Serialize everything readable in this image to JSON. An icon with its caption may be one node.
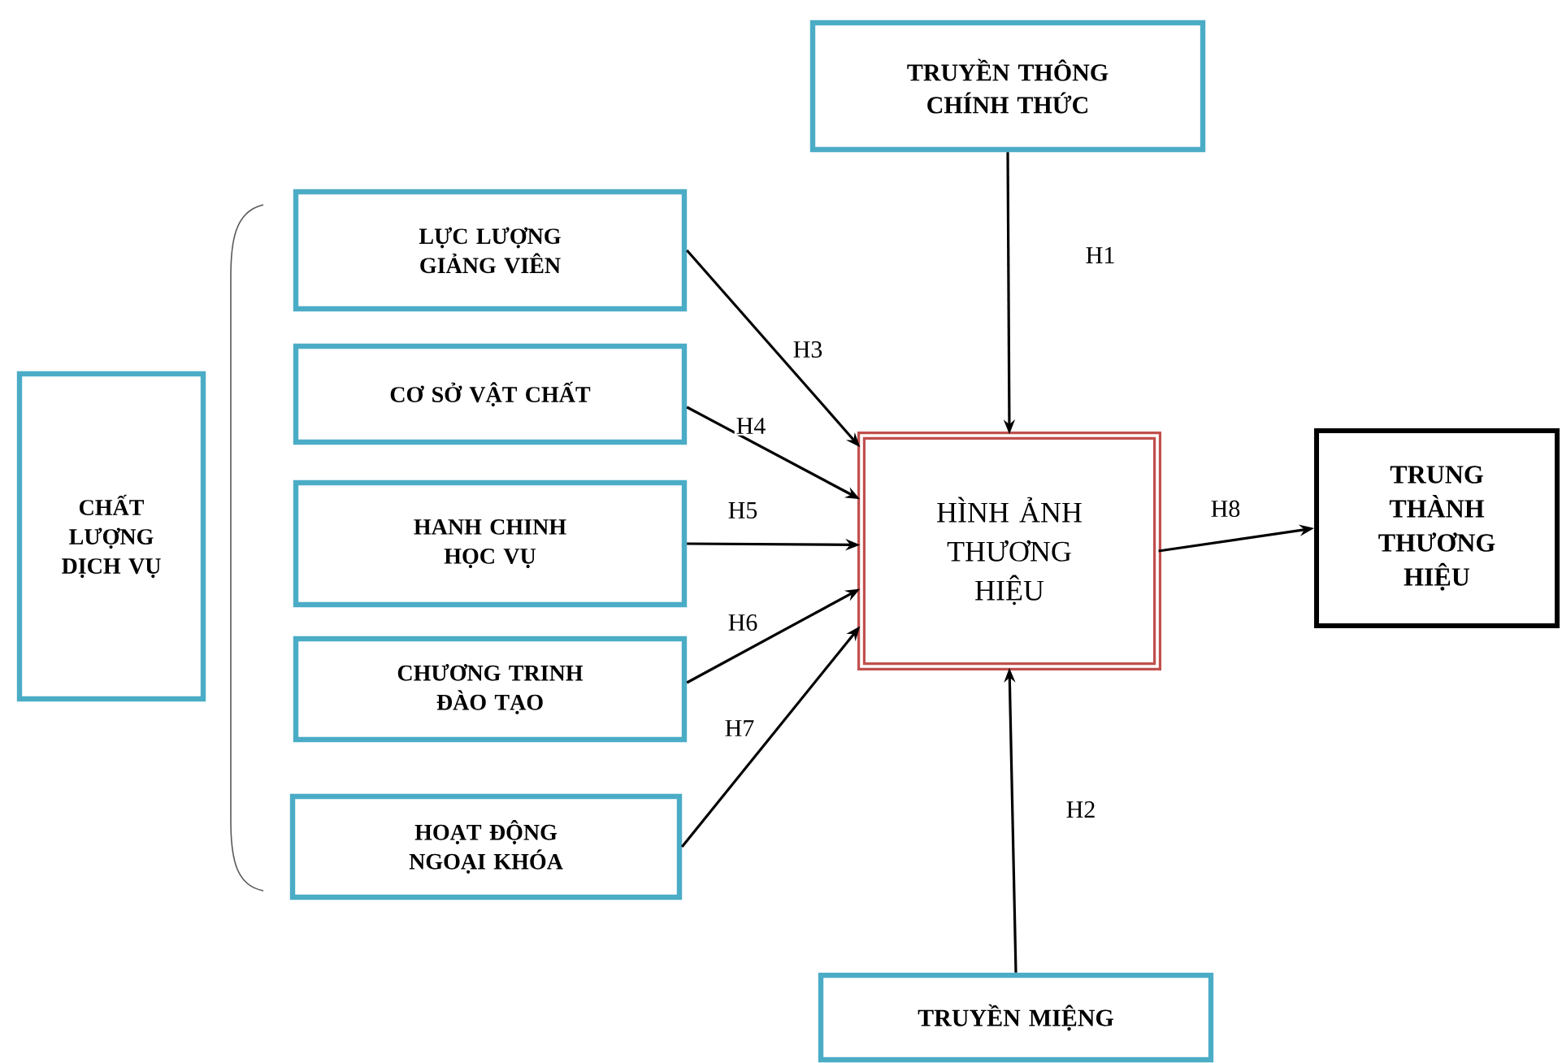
{
  "diagram": {
    "nodes": [
      {
        "text": [
          "CHẤT LƯỢNG DỊCH VỤ"
        ]
      },
      {
        "text": [
          "LỰC LƯỢNG GIẢNG VIÊN"
        ]
      },
      {
        "text": [
          "CƠ SỞ VẬT CHẤT"
        ]
      },
      {
        "text": [
          "HANH CHINH HỌC VỤ"
        ]
      },
      {
        "text": [
          "CHƯƠNG TRINH ĐÀO TẠO"
        ]
      },
      {
        "text": [
          "HOẠT ĐỘNG NGOẠI KHÓA"
        ]
      },
      {
        "text": [
          "TRUYỀN THÔNG CHÍNH THỨC"
        ]
      },
      {
        "text": [
          "HÌNH ẢNH THƯƠNG HIỆU"
        ]
      },
      {
        "text": [
          "TRUNG THÀNH THƯƠNG HIỆU"
        ]
      },
      {
        "text": [
          "TRUYỀN MIỆNG"
        ]
      }
    ],
    "edges": [
      {
        "from": 6,
        "to": 7,
        "arrow": "to",
        "label": "H1"
      },
      {
        "from": 9,
        "to": 7,
        "arrow": "to",
        "label": "H2"
      },
      {
        "from": 1,
        "to": 7,
        "arrow": "to",
        "label": "H3"
      },
      {
        "from": 2,
        "to": 7,
        "arrow": "to",
        "label": "H4"
      },
      {
        "from": 3,
        "to": 7,
        "arrow": "to",
        "label": "H5"
      },
      {
        "from": 4,
        "to": 7,
        "arrow": "to",
        "label": "H6"
      },
      {
        "from": 5,
        "to": 7,
        "arrow": "to",
        "label": "H7"
      },
      {
        "from": 7,
        "to": 8,
        "arrow": "to",
        "label": "H8"
      }
    ]
  }
}
